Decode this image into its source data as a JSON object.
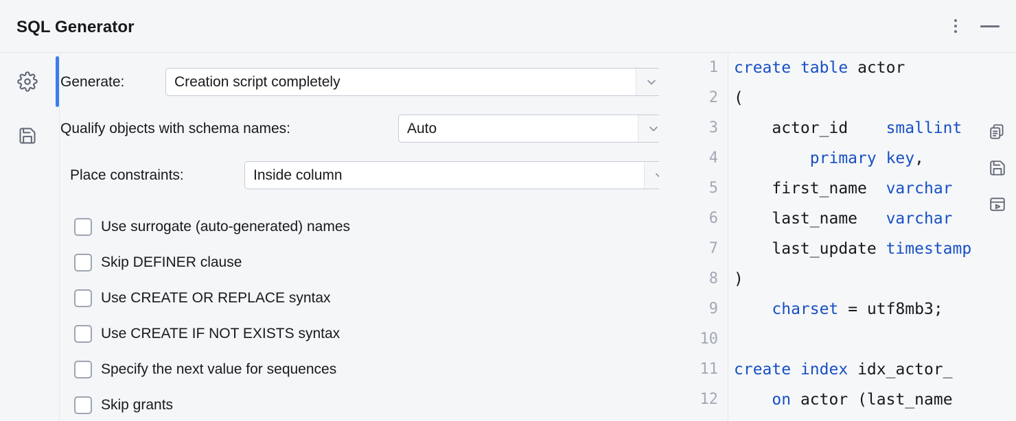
{
  "window": {
    "title": "SQL Generator",
    "menu_icon": "kebab-menu-icon",
    "minimize_icon": "minimize-icon"
  },
  "rail": {
    "items": [
      {
        "name": "settings",
        "icon": "gear-icon"
      },
      {
        "name": "save",
        "icon": "floppy-disk-icon"
      }
    ]
  },
  "options": {
    "rows": [
      {
        "label": "Generate:",
        "value": "Creation script completely"
      },
      {
        "label": "Qualify objects with schema names:",
        "value": "Auto"
      },
      {
        "label": "Place constraints:",
        "value": "Inside column"
      }
    ],
    "checkboxes": [
      {
        "label": "Use surrogate (auto-generated) names",
        "checked": false
      },
      {
        "label": "Skip DEFINER clause",
        "checked": false
      },
      {
        "label": "Use CREATE OR REPLACE syntax",
        "checked": false
      },
      {
        "label": "Use CREATE IF NOT EXISTS syntax",
        "checked": false
      },
      {
        "label": "Specify the next value for sequences",
        "checked": false
      },
      {
        "label": "Skip grants",
        "checked": false
      }
    ]
  },
  "editor": {
    "line_numbers": [
      "1",
      "2",
      "3",
      "4",
      "5",
      "6",
      "7",
      "8",
      "9",
      "10",
      "11",
      "12"
    ],
    "lines": [
      {
        "n": "1",
        "plain": "create table actor"
      },
      {
        "n": "2",
        "plain": "("
      },
      {
        "n": "3",
        "plain": "    actor_id    smallint"
      },
      {
        "n": "4",
        "plain": "        primary key,"
      },
      {
        "n": "5",
        "plain": "    first_name  varchar"
      },
      {
        "n": "6",
        "plain": "    last_name   varchar"
      },
      {
        "n": "7",
        "plain": "    last_update timestamp"
      },
      {
        "n": "8",
        "plain": ")"
      },
      {
        "n": "9",
        "plain": "    charset = utf8mb3;"
      },
      {
        "n": "10",
        "plain": ""
      },
      {
        "n": "11",
        "plain": "create index idx_actor_"
      },
      {
        "n": "12",
        "plain": "    on actor (last_name"
      }
    ],
    "toolbar": [
      {
        "name": "copy",
        "icon": "copy-icon"
      },
      {
        "name": "save",
        "icon": "floppy-disk-icon"
      },
      {
        "name": "run",
        "icon": "run-script-icon"
      }
    ]
  },
  "colors": {
    "accent": "#3b7ded",
    "keyword": "#1750c4",
    "background": "#f4f6f8",
    "code_background": "#f6f7f9",
    "line_number": "#a3a8b4"
  }
}
